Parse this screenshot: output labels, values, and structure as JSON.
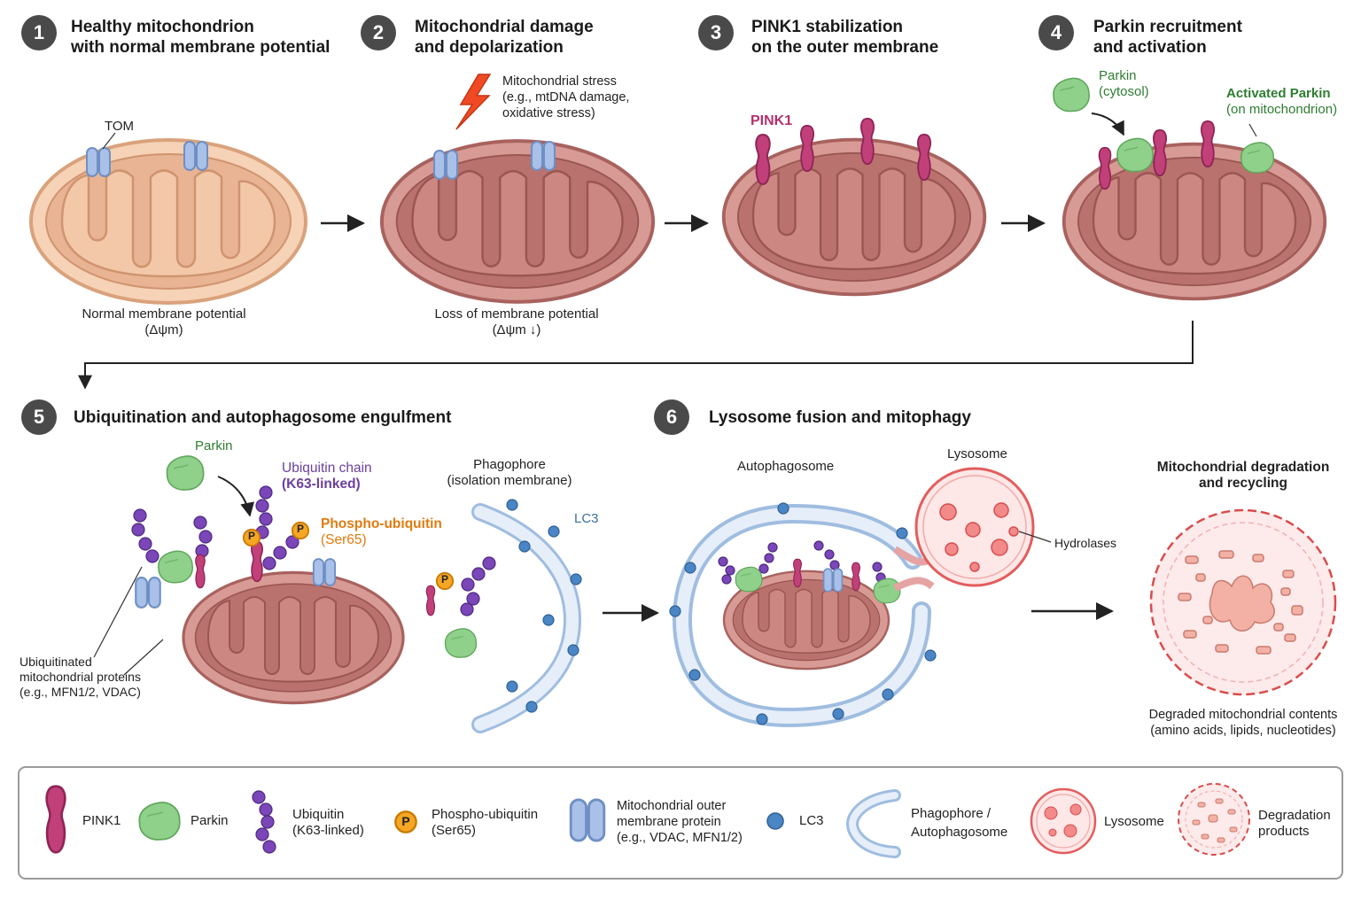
{
  "steps": [
    {
      "num": "1",
      "title_line1": "Healthy mitochondrion",
      "title_line2": "with normal membrane potential"
    },
    {
      "num": "2",
      "title_line1": "Mitochondrial damage",
      "title_line2": "and depolarization"
    },
    {
      "num": "3",
      "title_line1": "PINK1 stabilization",
      "title_line2": "on the outer membrane"
    },
    {
      "num": "4",
      "title_line1": "Parkin recruitment",
      "title_line2": "and activation"
    },
    {
      "num": "5",
      "title_line1": "Ubiquitination and autophagosome engulfment"
    },
    {
      "num": "6",
      "title_line1": "Lysosome fusion and mitophagy"
    }
  ],
  "panel1": {
    "tom": "TOM",
    "caption_line1": "Normal membrane potential",
    "caption_line2": "(Δψm)"
  },
  "panel2": {
    "stress_line1": "Mitochondrial stress",
    "stress_line2": "(e.g., mtDNA damage,",
    "stress_line3": "oxidative stress)",
    "caption_line1": "Loss of membrane potential",
    "caption_line2": "(Δψm ↓)"
  },
  "panel3": {
    "pink1": "PINK1"
  },
  "panel4": {
    "parkin_line1": "Parkin",
    "parkin_line2": "(cytosol)",
    "activated_line1": "Activated Parkin",
    "activated_line2": "(on mitochondrion)"
  },
  "panel5": {
    "parkin": "Parkin",
    "ub_line1": "Ubiquitin chain",
    "ub_line2": "(K63-linked)",
    "pub_line1": "Phospho-ubiquitin",
    "pub_line2": "(Ser65)",
    "phago_line1": "Phagophore",
    "phago_line2": "(isolation membrane)",
    "lc3": "LC3",
    "ubprot_line1": "Ubiquitinated",
    "ubprot_line2": "mitochondrial proteins",
    "ubprot_line3": "(e.g., MFN1/2, VDAC)",
    "p": "P"
  },
  "panel6": {
    "autophagosome": "Autophagosome",
    "lysosome": "Lysosome",
    "hydrolases": "Hydrolases",
    "degr_title_line1": "Mitochondrial degradation",
    "degr_title_line2": "and recycling",
    "degr_caption_line1": "Degraded mitochondrial contents",
    "degr_caption_line2": "(amino acids, lipids, nucleotides)"
  },
  "legend": {
    "pink1": "PINK1",
    "parkin": "Parkin",
    "ub_line1": "Ubiquitin",
    "ub_line2": "(K63-linked)",
    "p": "P",
    "pub_line1": "Phospho-ubiquitin",
    "pub_line2": "(Ser65)",
    "momp_line1": "Mitochondrial outer",
    "momp_line2": "membrane protein",
    "momp_line3": "(e.g., VDAC, MFN1/2)",
    "lc3": "LC3",
    "phago_line1": "Phagophore /",
    "phago_line2": "Autophagosome",
    "lysosome": "Lysosome",
    "degr_line1": "Degradation",
    "degr_line2": "products"
  },
  "colors": {
    "pink1": "#c2407a",
    "parkin": "#8fd08a",
    "ubiquitin": "#7a46b8",
    "phospho": "#f5a623",
    "lc3": "#4a86c5",
    "mito_outer": "#c97c78",
    "mito_healthy": "#f0c7a8",
    "lysosome": "#e35d5d"
  }
}
